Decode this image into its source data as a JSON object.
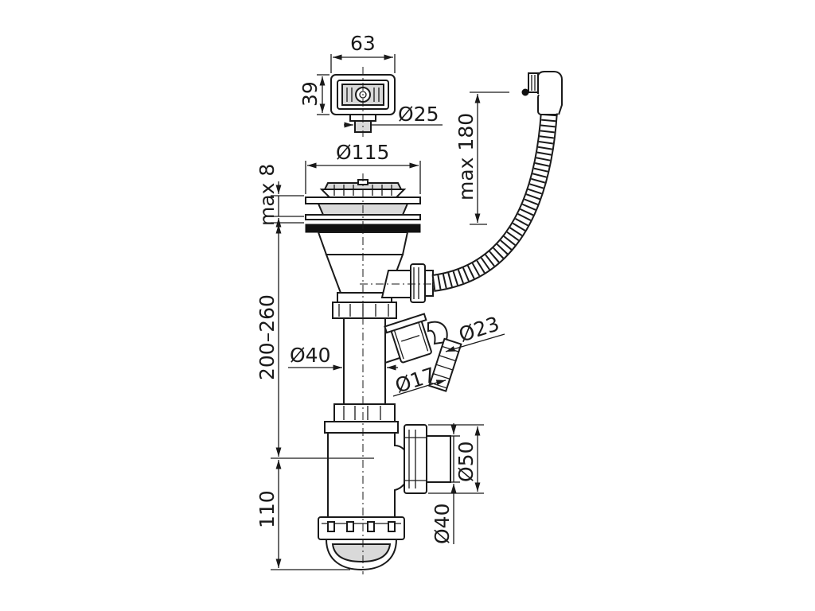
{
  "dimensions": {
    "overflow_width": "63",
    "overflow_height": "39",
    "overflow_outlet_diameter": "Ø25",
    "strainer_diameter": "Ø115",
    "sink_thickness": "max 8",
    "hose_length": "max 180",
    "tailpiece_height": "200–260",
    "tube_diameter": "Ø40",
    "branch_outer_diameter": "Ø23",
    "branch_inner_diameter": "Ø17",
    "outlet_outer_diameter": "Ø50",
    "outlet_inner_diameter": "Ø40",
    "trap_height": "110"
  },
  "colors": {
    "line": "#1a1a1a",
    "metal": "#d9d9d9",
    "gasket": "#111111",
    "shadow": "#8c8c8c"
  }
}
